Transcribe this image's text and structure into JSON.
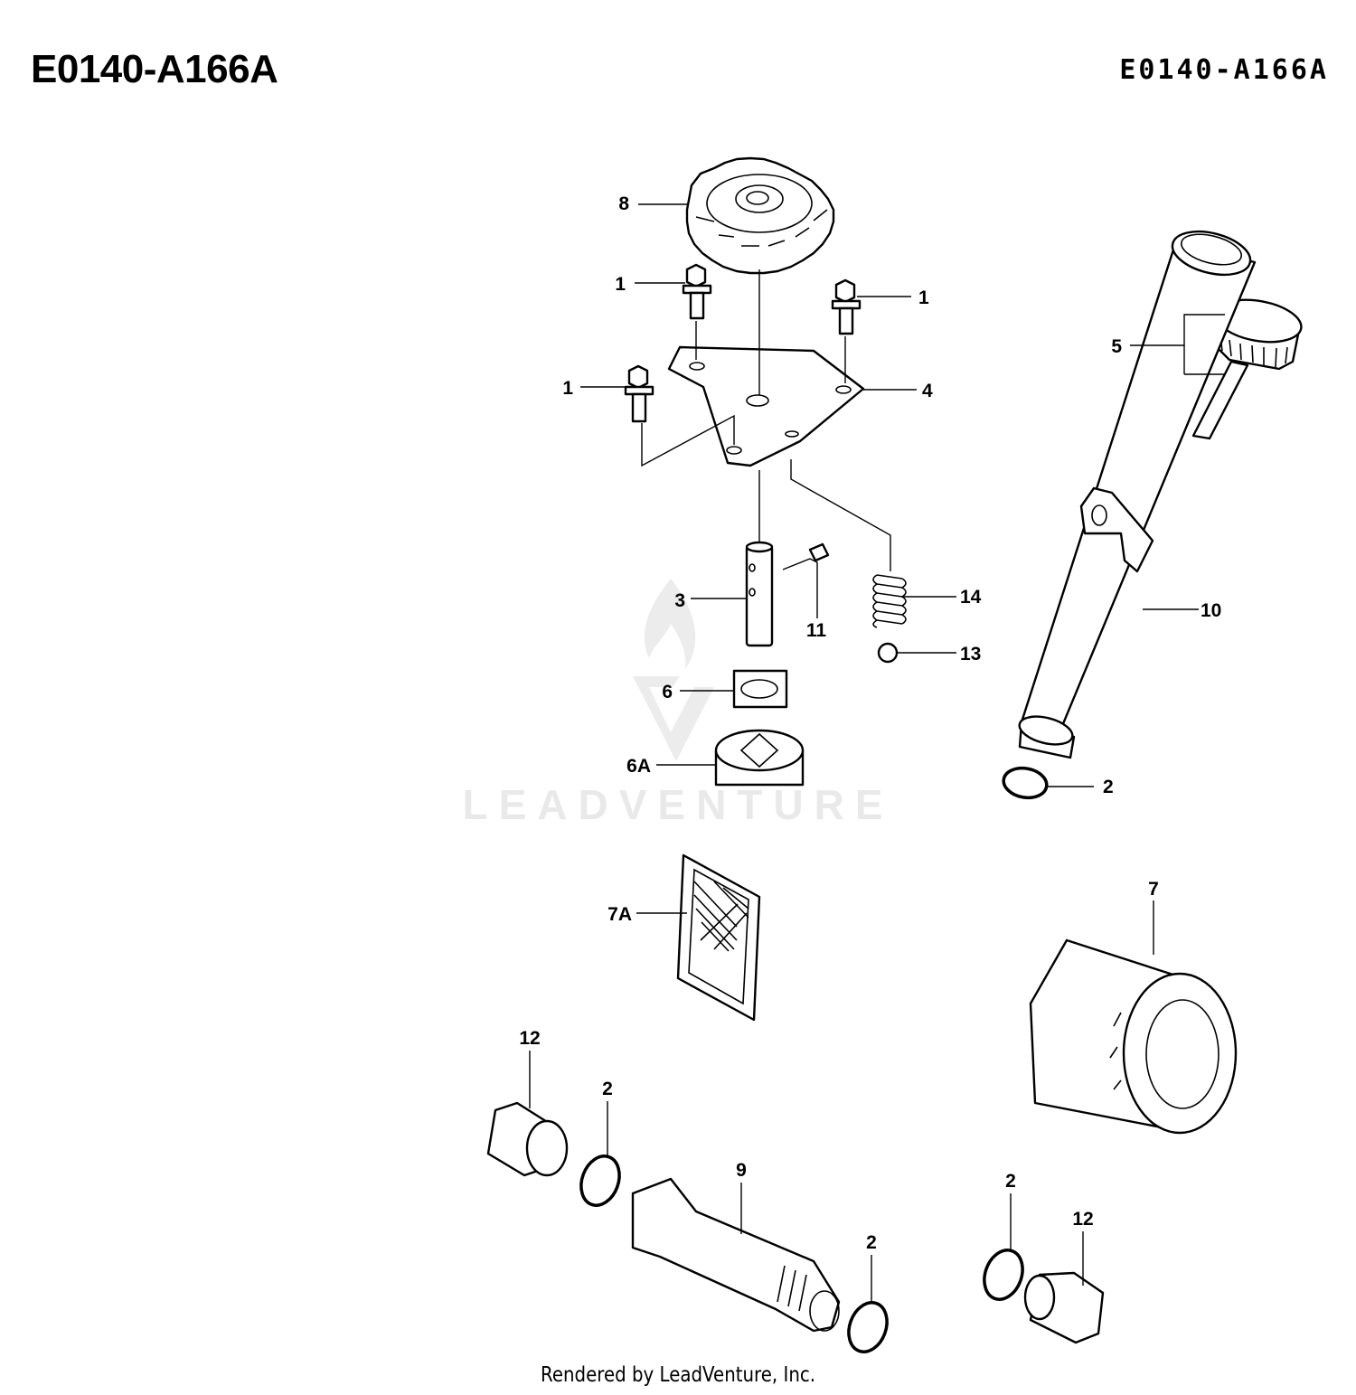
{
  "header": {
    "diagram_code_left": "E0140-A166A",
    "diagram_code_right": "E0140-A166A"
  },
  "watermark": {
    "text": "LEADVENTURE"
  },
  "callouts": {
    "c8": "8",
    "c1a": "1",
    "c1b": "1",
    "c1c": "1",
    "c4": "4",
    "c5": "5",
    "c3": "3",
    "c11": "11",
    "c14": "14",
    "c13": "13",
    "c10": "10",
    "c6": "6",
    "c6a": "6A",
    "c2a": "2",
    "c7a": "7A",
    "c7": "7",
    "c12a": "12",
    "c2b": "2",
    "c9": "9",
    "c2c": "2",
    "c2d": "2",
    "c12b": "12"
  },
  "footer": {
    "credit": "Rendered by LeadVenture, Inc."
  }
}
